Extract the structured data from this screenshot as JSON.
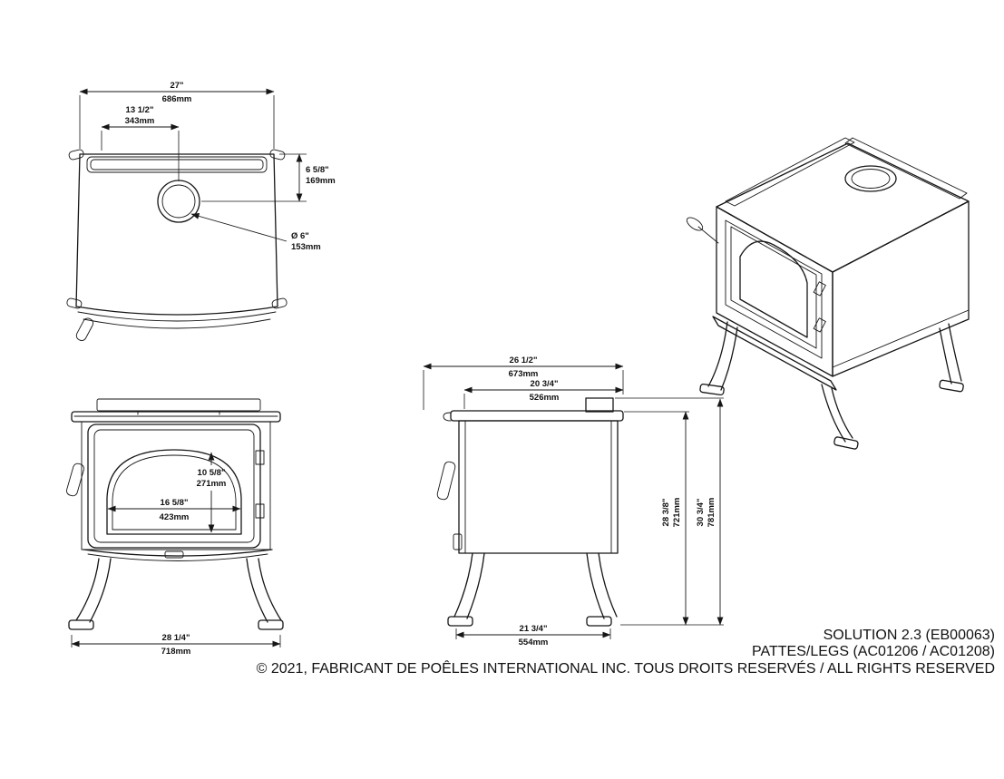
{
  "footer": {
    "model": "SOLUTION 2.3 (EB00063)",
    "legs": "PATTES/LEGS (AC01206 / AC01208)",
    "copyright": "© 2021, FABRICANT DE POÊLES INTERNATIONAL INC. TOUS DROITS RESERVÉS / ALL RIGHTS RESERVED"
  },
  "top_view": {
    "overall_width_in": "27\"",
    "overall_width_mm": "686mm",
    "flue_offset_in": "13 1/2\"",
    "flue_offset_mm": "343mm",
    "flue_depth_in": "6 5/8\"",
    "flue_depth_mm": "169mm",
    "flue_diameter_in": "Ø 6\"",
    "flue_diameter_mm": "153mm"
  },
  "front_view": {
    "glass_height_in": "10 5/8\"",
    "glass_height_mm": "271mm",
    "glass_width_in": "16 5/8\"",
    "glass_width_mm": "423mm",
    "overall_width_in": "28 1/4\"",
    "overall_width_mm": "718mm"
  },
  "side_view": {
    "overall_depth_in": "26 1/2\"",
    "overall_depth_mm": "673mm",
    "body_depth_in": "20 3/4\"",
    "body_depth_mm": "526mm",
    "top_height_in": "28 3/8\"",
    "top_height_mm": "721mm",
    "overall_height_in": "30 3/4\"",
    "overall_height_mm": "781mm",
    "leg_span_in": "21 3/4\"",
    "leg_span_mm": "554mm"
  }
}
